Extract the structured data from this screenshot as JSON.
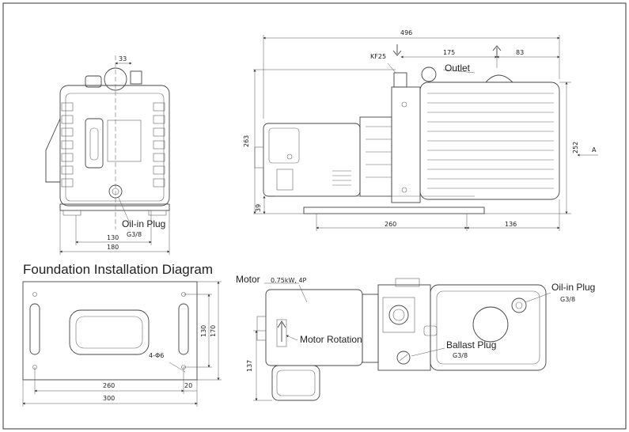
{
  "title": "Foundation Installation Diagram",
  "callouts": {
    "oil_in_plug": "Oil-in Plug",
    "outlet": "Outlet",
    "motor": "Motor",
    "motor_spec": "0.75kW, 4P",
    "motor_rotation": "Motor Rotation",
    "ballast_plug": "Ballast Plug",
    "inlet": "KF25",
    "thread": "G3/8",
    "view_marker": "A",
    "bolt_holes": "4-Φ6"
  },
  "dimensions": {
    "front_offset": "33",
    "front_inner": "130",
    "front_width": "180",
    "side_length": "496",
    "side_inlet_outlet": "175",
    "side_outlet_end": "83",
    "side_height": "263",
    "side_body_height": "252",
    "side_base_height": "39",
    "side_base_span": "260",
    "side_end_offset": "136",
    "found_span": "260",
    "found_edge": "20",
    "found_length": "300",
    "found_inner_height": "130",
    "found_height": "170",
    "top_height": "137"
  }
}
